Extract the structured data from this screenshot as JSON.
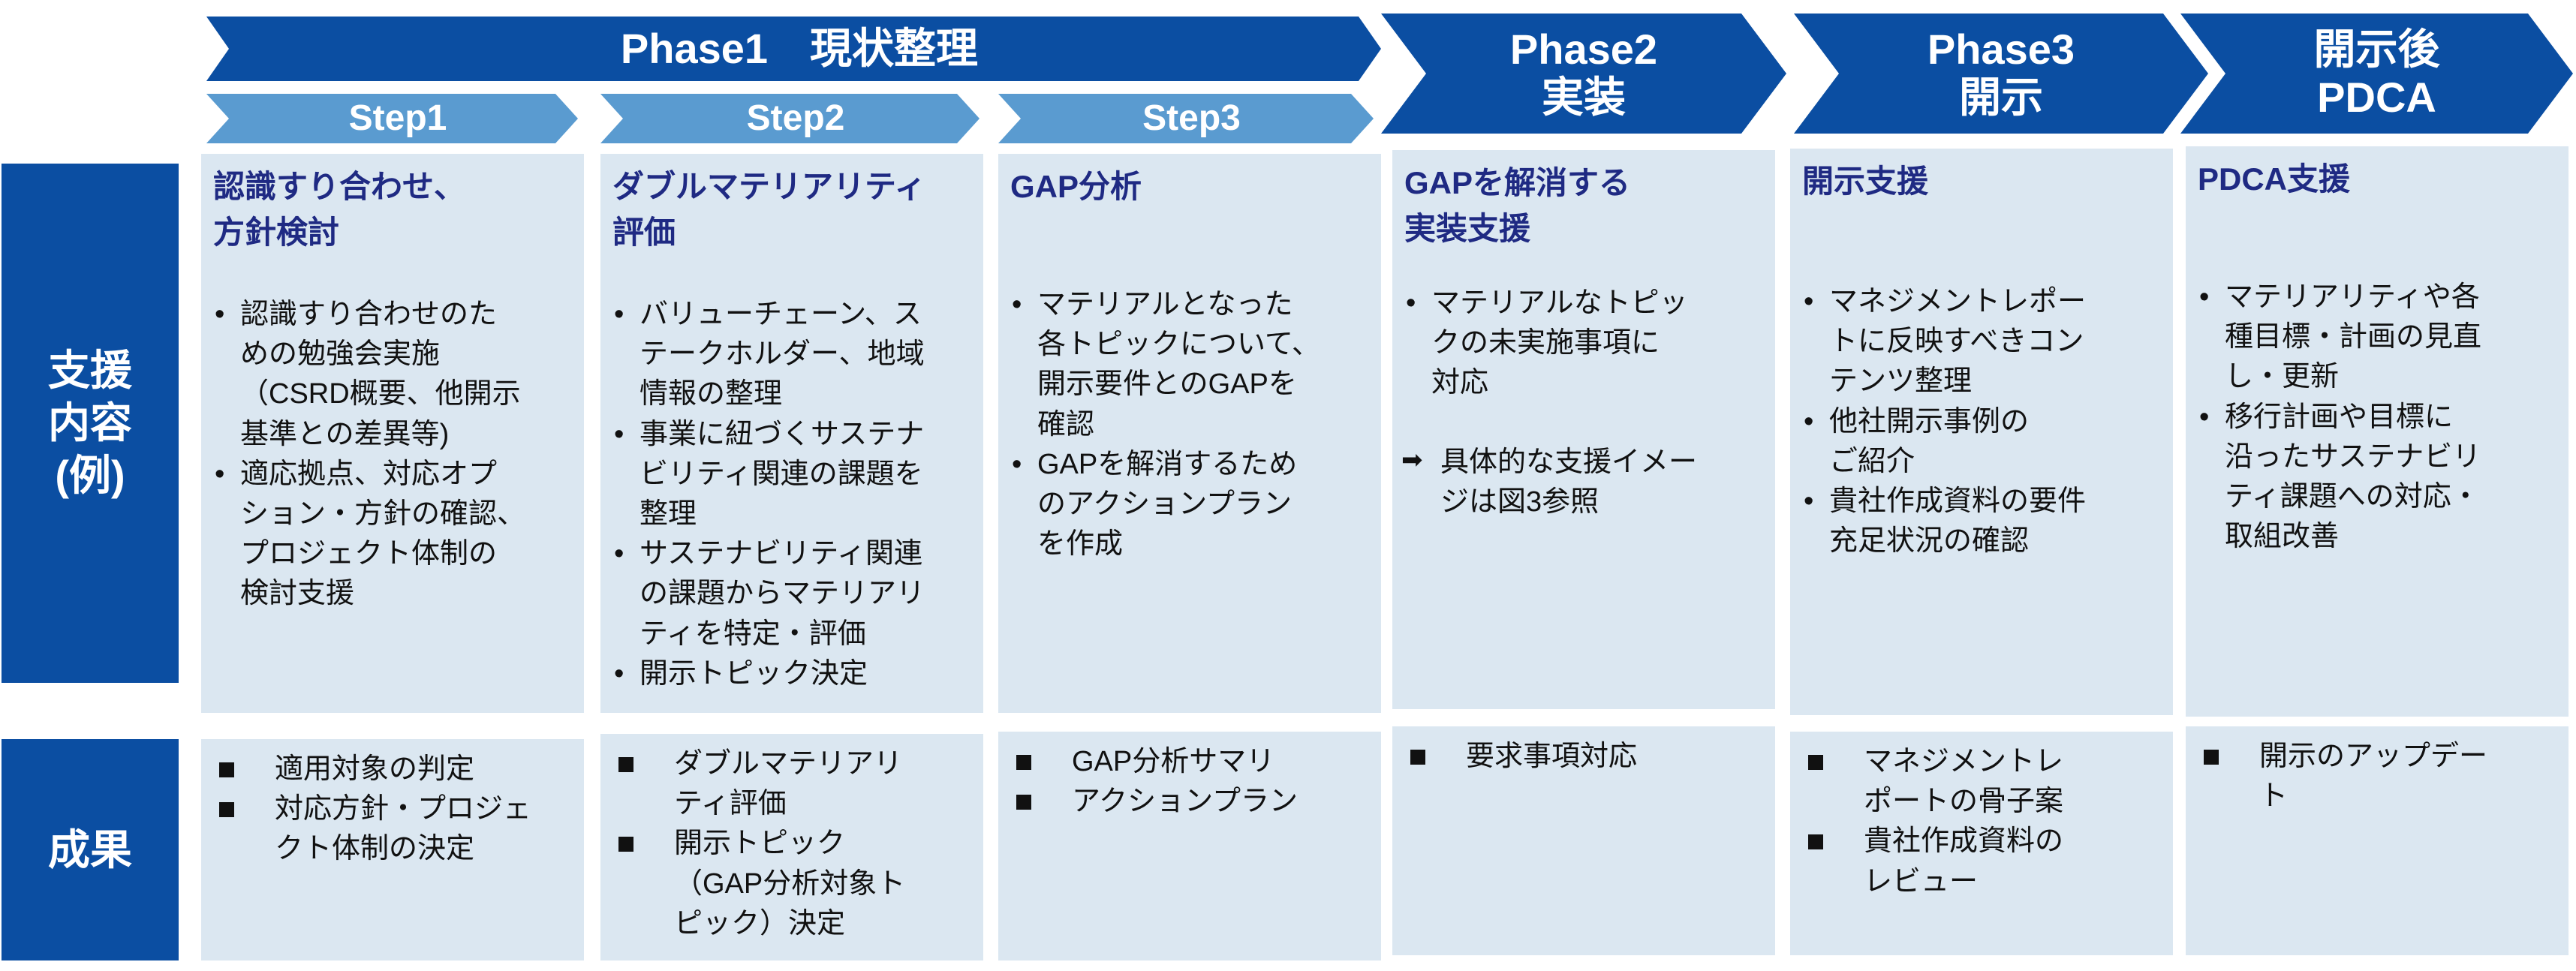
{
  "phases": [
    {
      "label": "Phase1　現状整理"
    },
    {
      "line1": "Phase2",
      "line2": "実装"
    },
    {
      "line1": "Phase3",
      "line2": "開示"
    },
    {
      "line1": "開示後",
      "line2": "PDCA"
    }
  ],
  "steps": [
    "Step1",
    "Step2",
    "Step3"
  ],
  "row_labels": {
    "support": [
      "支援",
      "内容",
      "(例)"
    ],
    "results": "成果"
  },
  "columns": [
    {
      "title": [
        "認識すり合わせ、",
        "方針検討"
      ],
      "support": [
        {
          "lines": [
            "認識すり合わせのた",
            "めの勉強会実施",
            "（CSRD概要、他開示",
            "基準との差異等)"
          ]
        },
        {
          "lines": [
            "適応拠点、対応オプ",
            "ション・方針の確認、",
            "プロジェクト体制の",
            "検討支援"
          ]
        }
      ],
      "results": [
        {
          "lines": [
            "適用対象の判定"
          ]
        },
        {
          "lines": [
            "対応方針・プロジェ",
            "クト体制の決定"
          ]
        }
      ]
    },
    {
      "title": [
        "ダブルマテリアリティ",
        "評価"
      ],
      "support": [
        {
          "lines": [
            "バリューチェーン、ス",
            "テークホルダー、地域",
            "情報の整理"
          ]
        },
        {
          "lines": [
            "事業に紐づくサステナ",
            "ビリティ関連の課題を",
            "整理"
          ]
        },
        {
          "lines": [
            "サステナビリティ関連",
            "の課題からマテリアリ",
            "ティを特定・評価"
          ]
        },
        {
          "lines": [
            "開示トピック決定"
          ]
        }
      ],
      "results": [
        {
          "lines": [
            "ダブルマテリアリ",
            "ティ評価"
          ]
        },
        {
          "lines": [
            "開示トピック",
            "（GAP分析対象ト",
            "ピック）決定"
          ]
        }
      ]
    },
    {
      "title": [
        "GAP分析"
      ],
      "support": [
        {
          "lines": [
            "マテリアルとなった",
            "各トピックについて、",
            "開示要件とのGAPを",
            "確認"
          ]
        },
        {
          "lines": [
            "GAPを解消するため",
            "のアクションプラン",
            "を作成"
          ]
        }
      ],
      "results": [
        {
          "lines": [
            "GAP分析サマリ"
          ]
        },
        {
          "lines": [
            "アクションプラン"
          ]
        }
      ]
    },
    {
      "title": [
        "GAPを解消する",
        "実装支援"
      ],
      "support": [
        {
          "lines": [
            "マテリアルなトピッ",
            "クの未実施事項に",
            "対応"
          ]
        },
        {
          "lines": [
            "具体的な支援イメー",
            "ジは図3参照"
          ],
          "arrow": true
        }
      ],
      "results": [
        {
          "lines": [
            "要求事項対応"
          ]
        }
      ]
    },
    {
      "title": [
        "開示支援"
      ],
      "support": [
        {
          "lines": [
            "マネジメントレポー",
            "トに反映すべきコン",
            "テンツ整理"
          ]
        },
        {
          "lines": [
            "他社開示事例の",
            "ご紹介"
          ]
        },
        {
          "lines": [
            "貴社作成資料の要件",
            "充足状況の確認"
          ]
        }
      ],
      "results": [
        {
          "lines": [
            "マネジメントレ",
            "ポートの骨子案"
          ]
        },
        {
          "lines": [
            "貴社作成資料の",
            "レビュー"
          ]
        }
      ]
    },
    {
      "title": [
        "PDCA支援"
      ],
      "support": [
        {
          "lines": [
            "マテリアリティや各",
            "種目標・計画の見直",
            "し・更新"
          ]
        },
        {
          "lines": [
            "移行計画や目標に",
            "沿ったサステナビリ",
            "ティ課題への対応・",
            "取組改善"
          ]
        }
      ],
      "results": [
        {
          "lines": [
            "開示のアップデー",
            "ト"
          ]
        }
      ]
    }
  ],
  "colors": {
    "phase_arrow": "#0b4ea2",
    "step_arrow": "#5a9bd0",
    "box_fill": "#dbe7f1",
    "title_text": "#1f2a83"
  }
}
